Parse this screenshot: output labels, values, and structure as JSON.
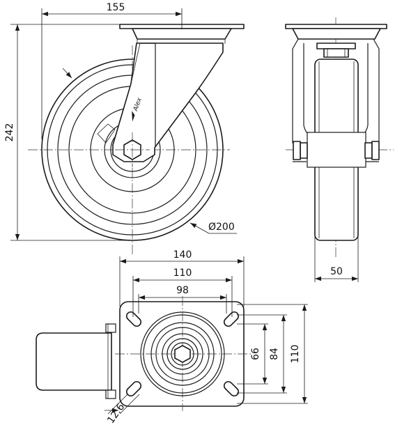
{
  "drawing": {
    "dimensions": {
      "side_width": "155",
      "side_height": "242",
      "wheel_diameter": "Ø200",
      "wheel_width": "50",
      "plate_width": "140",
      "hole_spacing_outer": "110",
      "hole_spacing_inner": "98",
      "plate_height": "110",
      "hole_spacing_vertical_outer": "84",
      "hole_spacing_vertical_inner": "66",
      "hole_diameter": "12.6"
    },
    "logo_text": "Alex"
  }
}
